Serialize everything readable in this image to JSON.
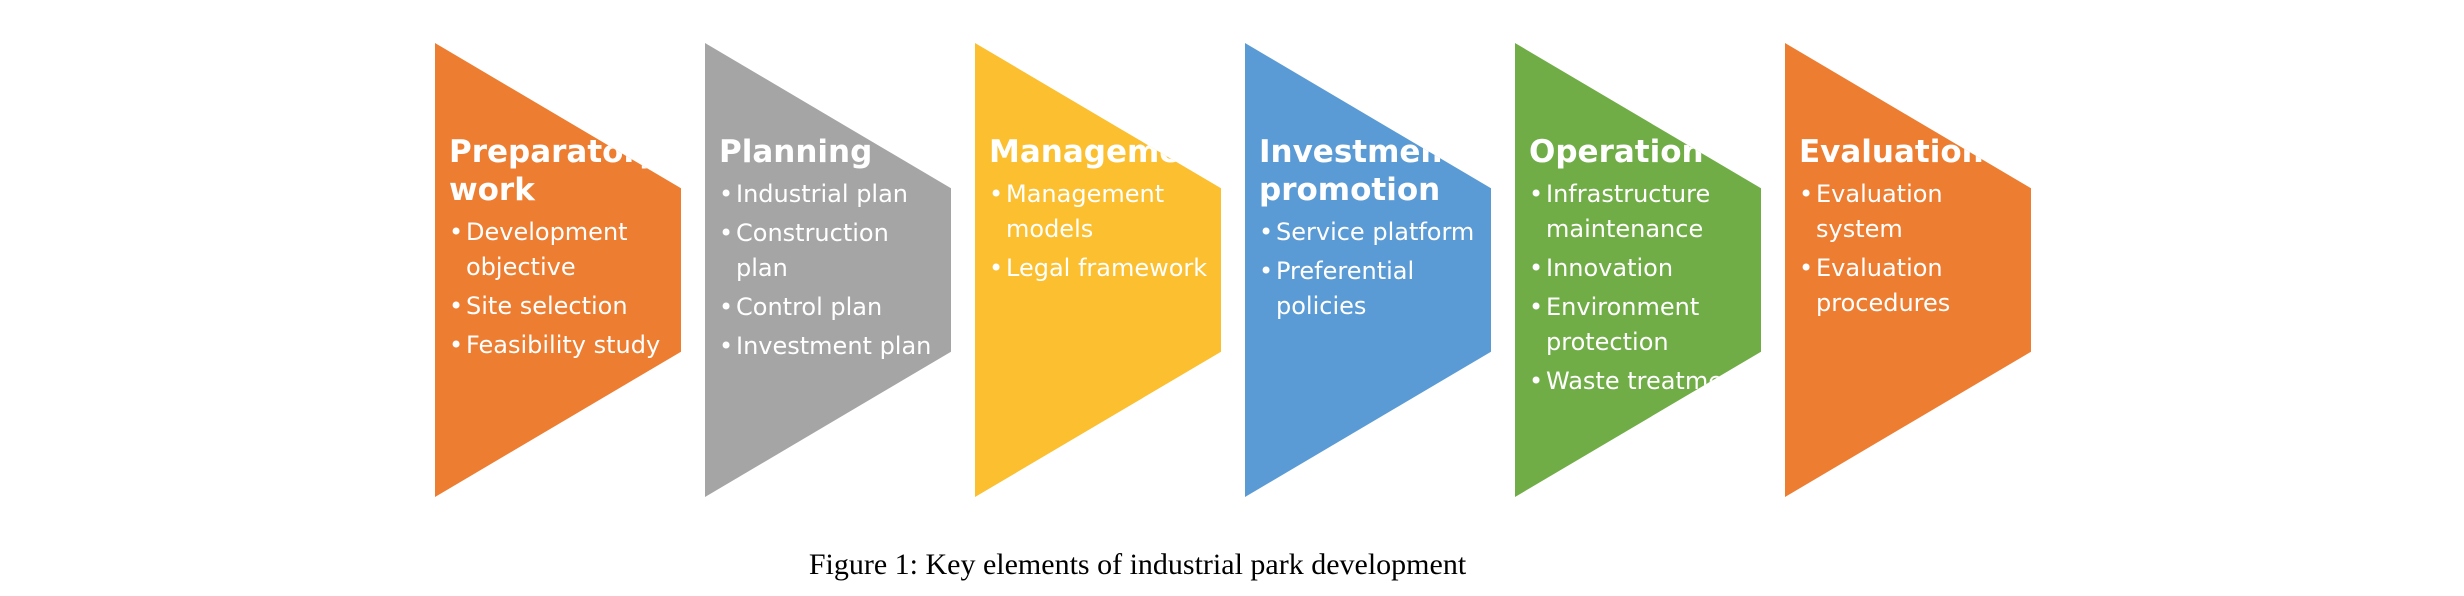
{
  "diagram": {
    "stages": [
      {
        "title": "Preparatory work",
        "color": "#ED7D31",
        "items": [
          "Development objective",
          "Site selection",
          "Feasibility study"
        ]
      },
      {
        "title": "Planning",
        "color": "#A5A5A5",
        "items": [
          "Industrial plan",
          "Construction plan",
          "Control plan",
          "Investment plan"
        ]
      },
      {
        "title": "Management",
        "color": "#FBBF2F",
        "items": [
          "Management models",
          "Legal framework"
        ]
      },
      {
        "title": "Investment promotion",
        "color": "#5B9BD5",
        "items": [
          "Service platform",
          "Preferential policies"
        ]
      },
      {
        "title": "Operation",
        "color": "#70AD47",
        "items": [
          "Infrastructure maintenance",
          "Innovation",
          "Environment protection",
          "Waste treatment"
        ]
      },
      {
        "title": "Evaluation",
        "color": "#ED7D31",
        "items": [
          "Evaluation system",
          "Evaluation procedures"
        ]
      }
    ]
  },
  "caption": "Figure 1: Key elements of industrial park development"
}
